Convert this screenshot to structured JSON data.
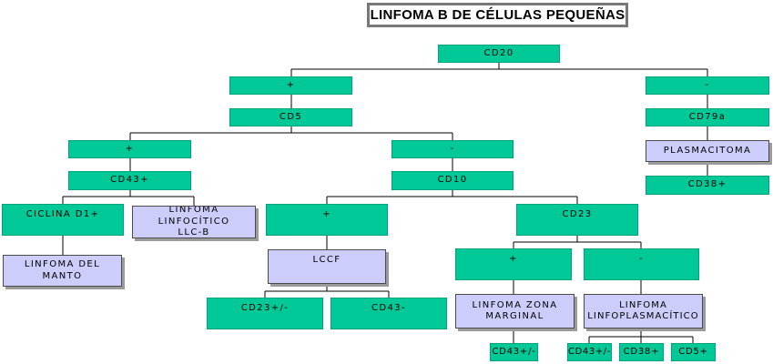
{
  "title": "LINFOMA B DE CÉLULAS PEQUEÑAS",
  "colors": {
    "green": "#00c896",
    "purple": "#cccdfa",
    "line": "#000000",
    "shadow": "#9b9b9b"
  },
  "nodes": {
    "cd20": "CD20",
    "plus_1": "+",
    "minus_1": "-",
    "cd5": "CD5",
    "cd79a": "CD79a",
    "plasmacitoma": "PLASMACITOMA",
    "cd38_plus_1": "CD38+",
    "plus_2": "+",
    "minus_2": "-",
    "cd43_plus": "CD43+",
    "cd10": "CD10",
    "ciclina_d1": "CICLINA D1+",
    "linfoma_linfocitico": "LINFOMA LINFOCÍTICO\nLLC-B",
    "plus_3": "+",
    "cd23": "CD23",
    "linfoma_manto": "LINFOMA DEL\nMANTO",
    "lccf": "LCCF",
    "plus_4": "+",
    "minus_4": "-",
    "cd23_pm": "CD23+/-",
    "cd43_minus": "CD43-",
    "linfoma_zona_marginal": "LINFOMA ZONA\nMARGINAL",
    "linfoma_linfoplasmacitico": "LINFOMA\nLINFOPLASMACÍTICO",
    "cd43_pm_1": "CD43+/-",
    "cd43_pm_2": "CD43+/-",
    "cd38_plus_2": "CD38+",
    "cd5_plus": "CD5+"
  }
}
